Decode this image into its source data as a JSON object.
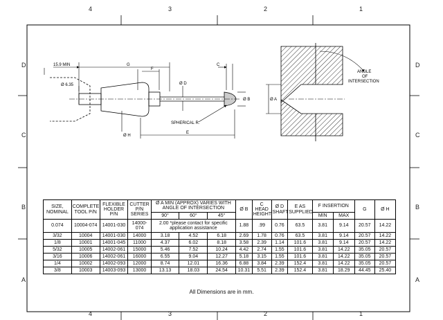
{
  "border_zones": {
    "top": [
      "4",
      "3",
      "2",
      "1"
    ],
    "bottom": [
      "4",
      "3",
      "2",
      "1"
    ],
    "left": [
      "D",
      "C",
      "B",
      "A"
    ],
    "right": [
      "D",
      "C",
      "B",
      "A"
    ]
  },
  "drawing_labels": {
    "min_length": "15.9 MIN",
    "g": "G",
    "f": "F",
    "c": "C",
    "dia_635": "Ø 6.35",
    "dia_d": "Ø D",
    "dia_b": "Ø B",
    "dia_h": "Ø H",
    "spherical_r": "SPHERICAL R.",
    "e": "E",
    "dia_a": "Ø A",
    "angle_line1": "ANGLE",
    "angle_line2": "OF",
    "angle_line3": "INTERSECTION"
  },
  "table": {
    "headers": {
      "size": "SIZE, NOMINAL",
      "complete": "COMPLETE TOOL P/N",
      "holder": "FLEXIBLE HOLDER P/N",
      "cutter": "CUTTER P/N SERIES",
      "a_min": "Ø A MIN (APPROX) VARIES WITH ANGLE OF INTERSECTION",
      "angle_90": "90°",
      "angle_60": "60°",
      "angle_45": "45°",
      "b": "Ø B",
      "c": "C HEAD HEIGHT",
      "d": "Ø D SHAFT",
      "e": "E AS SUPPLIED",
      "f": "F INSERTION",
      "f_min": "MIN",
      "f_max": "MAX",
      "g": "G",
      "h": "Ø H"
    },
    "first_row": {
      "size": "0.074",
      "complete": "10004-074",
      "holder": "14001-030",
      "cutter": "14000-074",
      "note": "2.00 *please contact for specific application assistance",
      "b": "1.88",
      "c": ".99",
      "d": "0.76",
      "e": "63.5",
      "f_min": "3.81",
      "f_max": "9.14",
      "g": "20.57",
      "h": "14.22"
    },
    "rows": [
      [
        "3/32",
        "10004",
        "14001-030",
        "14000",
        "3.18",
        "4.52",
        "6.18",
        "2.69",
        "1.78",
        "0.76",
        "63.5",
        "3.81",
        "9.14",
        "20.57",
        "14.22"
      ],
      [
        "1/8",
        "10001",
        "14001-045",
        "11000",
        "4.37",
        "6.02",
        "8.18",
        "3.58",
        "2.39",
        "1.14",
        "101.6",
        "3.81",
        "9.14",
        "20.57",
        "14.22"
      ],
      [
        "5/32",
        "10005",
        "14002-061",
        "15000",
        "5.46",
        "7.52",
        "10.24",
        "4.42",
        "2.74",
        "1.55",
        "101.6",
        "3.81",
        "14.22",
        "35.05",
        "20.57"
      ],
      [
        "3/16",
        "10006",
        "14002-061",
        "16000",
        "6.55",
        "9.04",
        "12.27",
        "5.18",
        "3.15",
        "1.55",
        "101.6",
        "3.81",
        "14.22",
        "35.05",
        "20.57"
      ],
      [
        "1/4",
        "10002",
        "14002-093",
        "12000",
        "8.74",
        "12.01",
        "16.36",
        "6.88",
        "3.84",
        "2.39",
        "152.4",
        "3.81",
        "14.22",
        "35.05",
        "20.57"
      ],
      [
        "3/8",
        "10003",
        "14003-093",
        "13000",
        "13.13",
        "18.03",
        "24.54",
        "10.31",
        "5.51",
        "2.39",
        "152.4",
        "3.81",
        "18.29",
        "44.45",
        "25.40"
      ]
    ]
  },
  "footnote": "All Dimensions are in mm."
}
